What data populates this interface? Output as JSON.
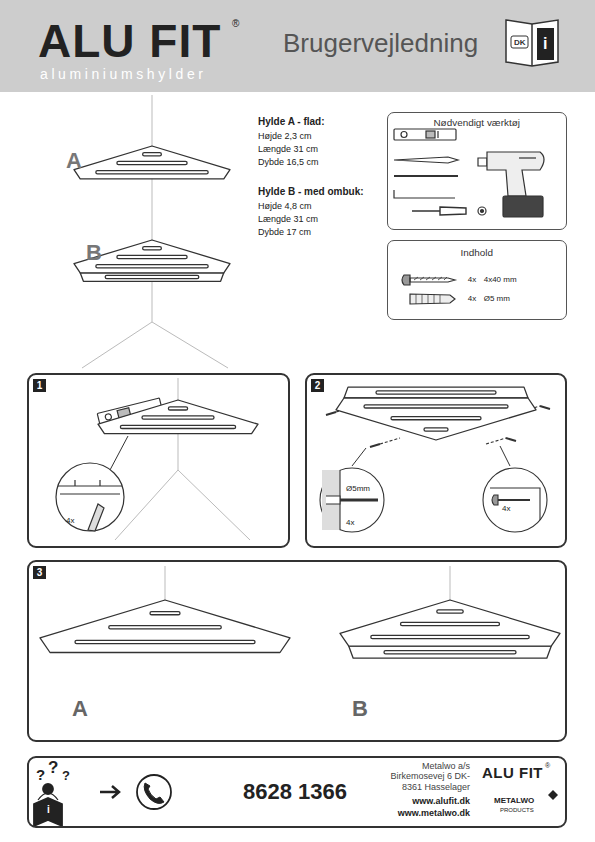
{
  "diagram": {
    "title": "Brugervejledning",
    "nodes": [
      {
        "text": [
          "ALU FIT",
          "aluminiumshylder",
          "Brugervejledning"
        ]
      },
      {
        "text": [
          "Nødvendigt værktøj"
        ]
      },
      {
        "text": [
          "Indhold",
          "4x",
          "4x40 mm",
          "4x",
          "Ø5 mm"
        ]
      },
      {
        "text": [
          "1",
          "4x"
        ]
      },
      {
        "text": [
          "2",
          "Ø5mm",
          "4x",
          "4x"
        ]
      },
      {
        "text": [
          "3",
          "A",
          "B"
        ]
      },
      {
        "text": [
          "?",
          "?",
          "?",
          "i",
          "8628 1366",
          "Metalwo a/s Birkemosevej 6 DK-8361 Hasselager",
          "www.alufit.dk",
          "www.metalwo.dk",
          "ALU FIT",
          "®",
          "METALWO",
          "PRODUCTS"
        ]
      }
    ],
    "labels": [
      "®",
      "DK",
      "i",
      "A",
      "B",
      "Hylde A - flad:",
      "Højde 2,3 cm",
      "Længde  31 cm",
      "Dybde 16,5 cm",
      "Hylde B - med ombuk:",
      "Højde 4,8 cm",
      "Længde 31 cm",
      "Dybde 17 cm"
    ]
  }
}
